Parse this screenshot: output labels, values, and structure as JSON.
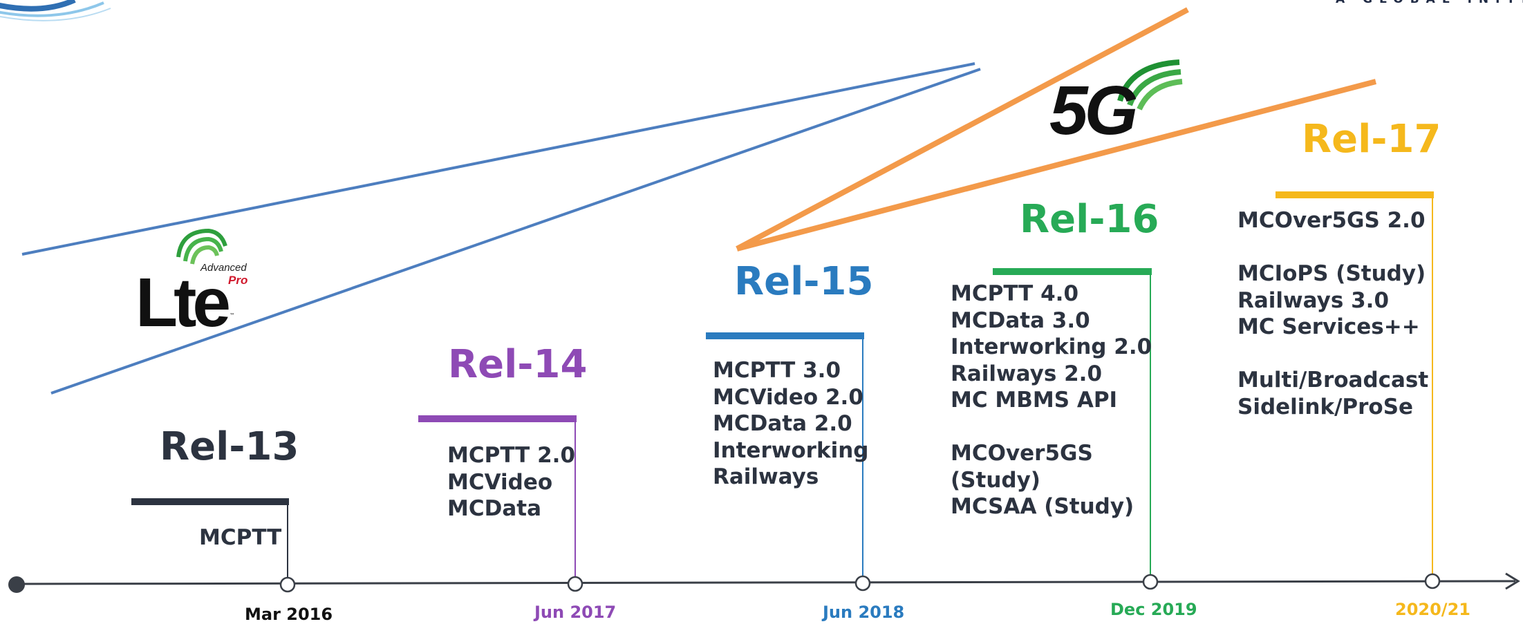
{
  "header": {
    "tagline": "A GLOBAL INITIA"
  },
  "logos": {
    "lte": {
      "word": "Lte",
      "advanced": "Advanced",
      "pro": "Pro",
      "tm": "™"
    },
    "fiveg": {
      "word": "5G"
    }
  },
  "colors": {
    "rel13": "#2c3340",
    "rel14": "#8e4ab5",
    "rel15": "#2a7bbf",
    "rel16": "#27aa56",
    "rel17": "#f5b81c",
    "lte_lines": "#4d7ebf",
    "fiveg_lines": "#f39a4a",
    "timeline": "#3a3f47"
  },
  "timeline": {
    "releases": [
      {
        "name": "Rel-13",
        "date": "Mar 2016",
        "items": [
          "MCPTT"
        ]
      },
      {
        "name": "Rel-14",
        "date": "Jun 2017",
        "items": [
          "MCPTT 2.0",
          "MCVideo",
          "MCData"
        ]
      },
      {
        "name": "Rel-15",
        "date": "Jun 2018",
        "items": [
          "MCPTT 3.0",
          "MCVideo 2.0",
          "MCData 2.0",
          "Interworking",
          "Railways"
        ]
      },
      {
        "name": "Rel-16",
        "date": "Dec 2019",
        "items": [
          "MCPTT 4.0",
          "MCData 3.0",
          "Interworking 2.0",
          "Railways 2.0",
          "MC MBMS API",
          "",
          "MCOver5GS",
          "(Study)",
          "MCSAA (Study)"
        ]
      },
      {
        "name": "Rel-17",
        "date": "2020/21",
        "items": [
          "MCOver5GS 2.0",
          "",
          "MCIoPS (Study)",
          "Railways 3.0",
          "MC Services++",
          "",
          "Multi/Broadcast",
          "Sidelink/ProSe"
        ]
      }
    ]
  }
}
